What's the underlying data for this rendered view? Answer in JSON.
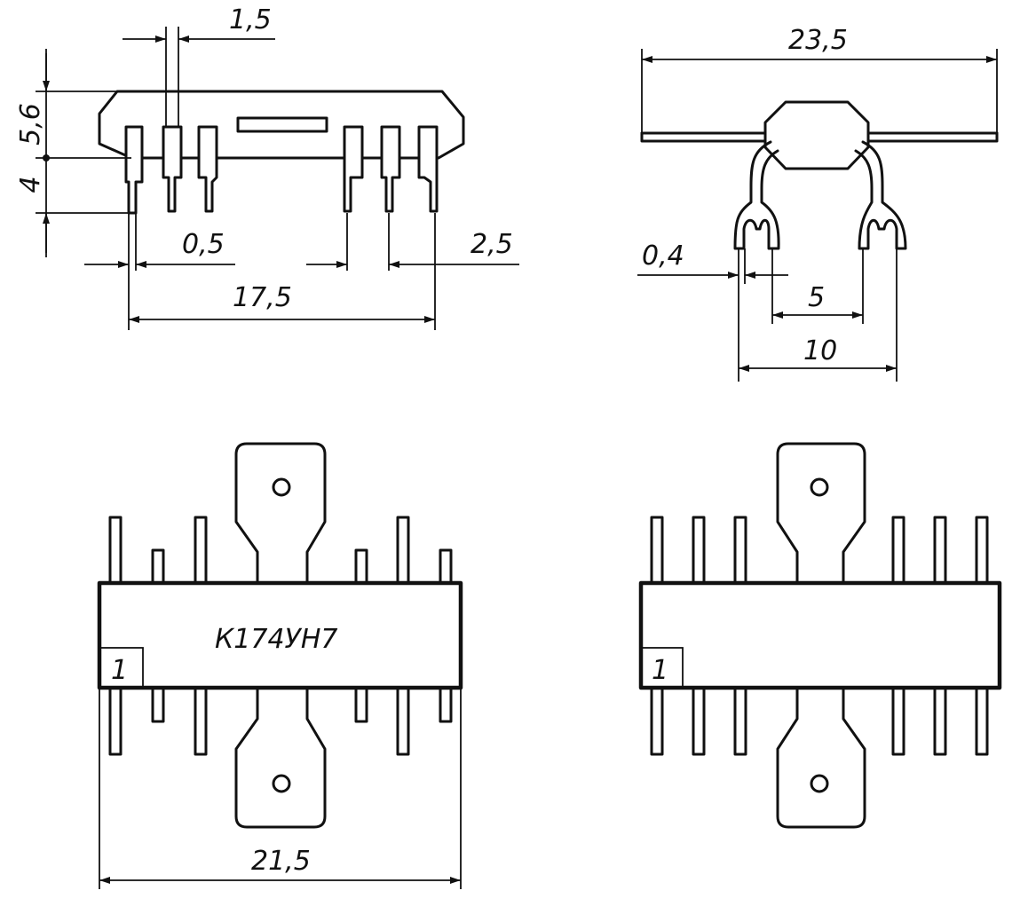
{
  "side_view": {
    "dims": {
      "pin_width": "1,5",
      "body_height": "5,6",
      "lead_height": "4",
      "lead_thickness": "0,5",
      "pin_pitch": "2,5",
      "lead_span": "17,5"
    }
  },
  "end_view": {
    "dims": {
      "tab_width": "23,5",
      "lead_width": "0,4",
      "lead_spacing": "5",
      "row_spacing": "10"
    }
  },
  "top_view_front": {
    "part_number": "К174УН7",
    "pin_one_label": "1",
    "dims": {
      "body_length": "21,5"
    }
  },
  "top_view_back": {
    "pin_one_label": "1"
  }
}
